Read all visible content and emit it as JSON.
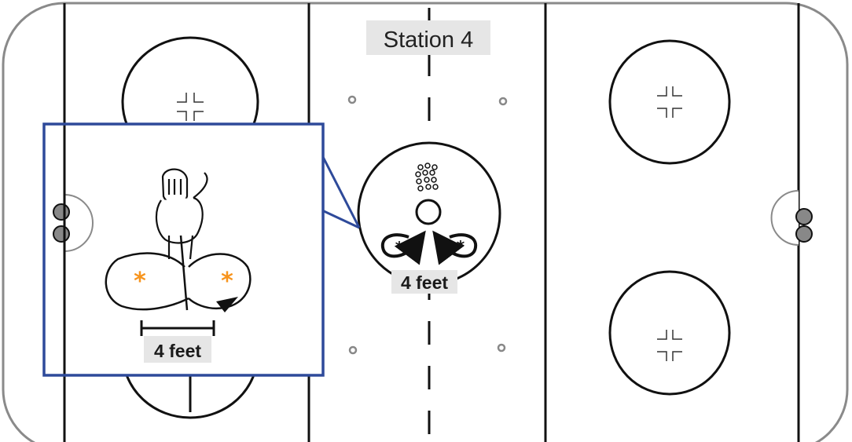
{
  "diagram": {
    "station_title": "Station 4",
    "distance_label_zoom": "4 feet",
    "distance_label_center": "4 feet",
    "accent_box_color": "#2e4a9a",
    "marker_color": "#f7941d",
    "label_bg_color": "#e6e6e6",
    "cones": [
      "cone",
      "cone",
      "cone",
      "cone",
      "cone",
      "cone",
      "cone",
      "cone",
      "cone",
      "cone"
    ],
    "icons": [
      "player-icon",
      "puck-pile-icon",
      "net-icon",
      "star-marker-icon",
      "arrow-icon"
    ]
  }
}
